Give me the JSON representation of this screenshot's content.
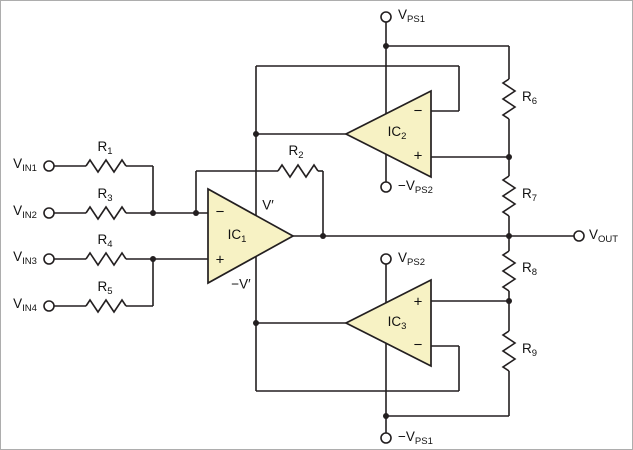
{
  "figure": {
    "background": "#ffffff",
    "border_color": "#adadad",
    "wire_color": "#231f20",
    "opamp_fill": "#f7f2c4"
  },
  "labels": {
    "vin1": {
      "main": "V",
      "sub": "IN1"
    },
    "vin2": {
      "main": "V",
      "sub": "IN2"
    },
    "vin3": {
      "main": "V",
      "sub": "IN3"
    },
    "vin4": {
      "main": "V",
      "sub": "IN4"
    },
    "r1": {
      "main": "R",
      "sub": "1"
    },
    "r2": {
      "main": "R",
      "sub": "2"
    },
    "r3": {
      "main": "R",
      "sub": "3"
    },
    "r4": {
      "main": "R",
      "sub": "4"
    },
    "r5": {
      "main": "R",
      "sub": "5"
    },
    "r6": {
      "main": "R",
      "sub": "6"
    },
    "r7": {
      "main": "R",
      "sub": "7"
    },
    "r8": {
      "main": "R",
      "sub": "8"
    },
    "r9": {
      "main": "R",
      "sub": "9"
    },
    "ic1": {
      "main": "IC",
      "sub": "1"
    },
    "ic2": {
      "main": "IC",
      "sub": "2"
    },
    "ic3": {
      "main": "IC",
      "sub": "3"
    },
    "vps1": {
      "main": "V",
      "sub": "PS1"
    },
    "neg_vps2": {
      "main": "−V",
      "sub": "PS2"
    },
    "vps2": {
      "main": "V",
      "sub": "PS2"
    },
    "neg_vps1": {
      "main": "−V",
      "sub": "PS1"
    },
    "vout": {
      "main": "V",
      "sub": "OUT"
    },
    "v_prime": "V′",
    "neg_v_prime": "−V′",
    "minus": "−",
    "plus": "+"
  }
}
